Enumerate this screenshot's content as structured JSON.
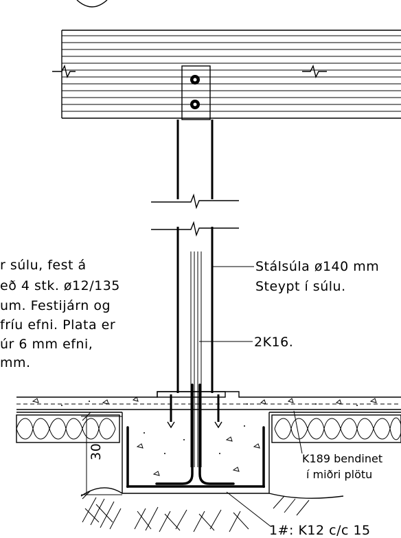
{
  "labels": {
    "left_note": [
      "r súlu, fest á",
      "eð 4 stk. ø12/135",
      "um.  Festijárn og",
      "fríu efni.  Plata er",
      "úr 6 mm efni,",
      "mm."
    ],
    "column_callout_line1": "Stálsúla ø140 mm",
    "column_callout_line2": "Steypt í súlu.",
    "rebar_callout": "2K16.",
    "mesh_callout_line1": "K189 bendinet",
    "mesh_callout_line2": "í miðri plötu",
    "stirrup_callout": "1#: K12 c/c 15",
    "dimension_30": "30"
  },
  "colors": {
    "line": "#000000",
    "background": "#ffffff"
  }
}
